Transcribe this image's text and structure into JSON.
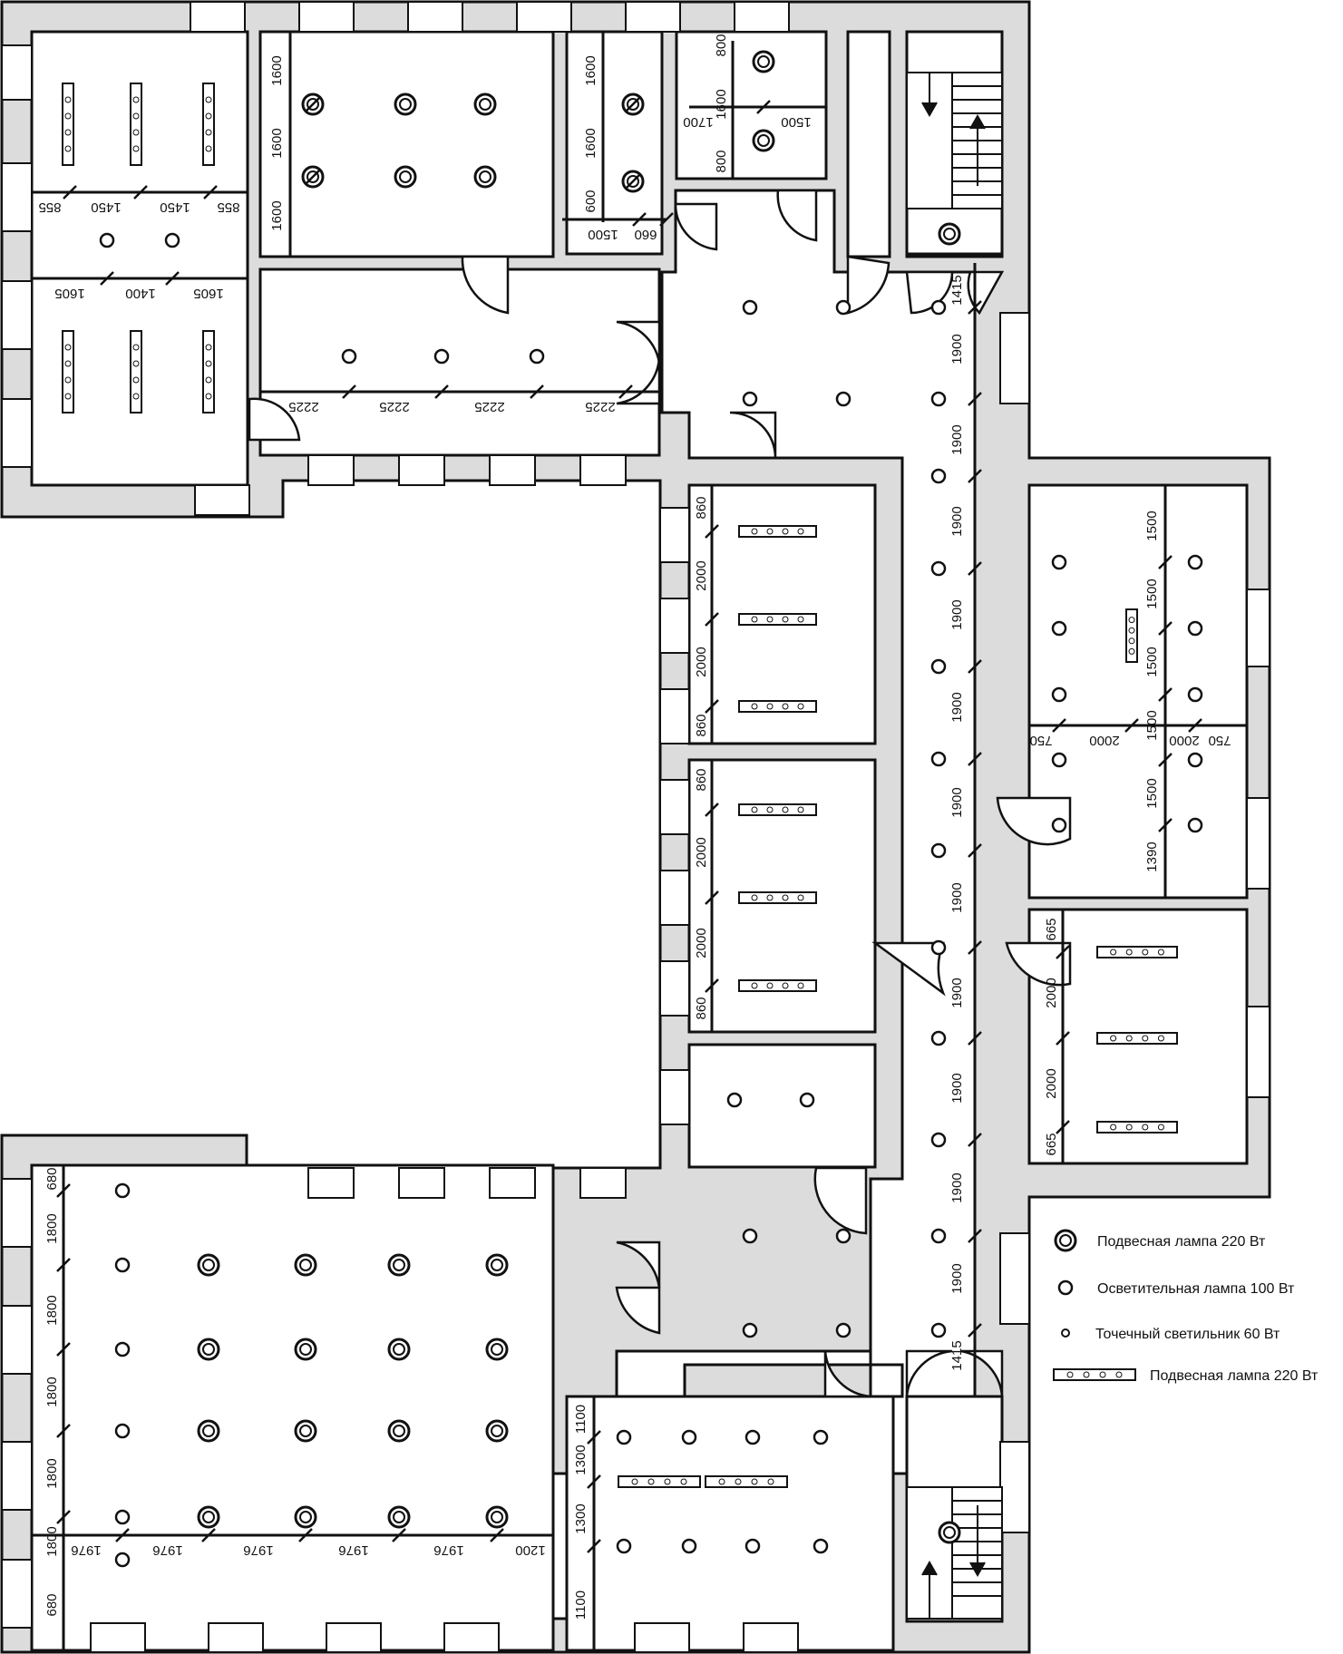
{
  "legend": [
    {
      "symbol": "pendant-lamp-round",
      "label": "Подвесная лампа 220 Вт"
    },
    {
      "symbol": "lighting-lamp",
      "label": "Осветительная лампа 100 Вт"
    },
    {
      "symbol": "spot-light",
      "label": "Точечный светильник 60 Вт"
    },
    {
      "symbol": "pendant-lamp-bar",
      "label": "Подвесная лампа 220 Вт"
    }
  ],
  "dimensions": {
    "nw_top": [
      "855",
      "1450",
      "1450",
      "855"
    ],
    "nw_mid": [
      "1605",
      "1400",
      "1605"
    ],
    "n_room2": [
      "1600",
      "1600",
      "1600"
    ],
    "n_room3_v": [
      "1600",
      "1600",
      "600"
    ],
    "n_room3_h": [
      "1500",
      "660"
    ],
    "n_room4_v": [
      "800",
      "1600",
      "800"
    ],
    "n_room4_h": [
      "1700",
      "1500"
    ],
    "corr_n": [
      "2225",
      "2225",
      "2225",
      "2225"
    ],
    "corridor_e": [
      "1415",
      "1900",
      "1900",
      "1900",
      "1900",
      "1900",
      "1900",
      "1900",
      "1900",
      "1900",
      "1900",
      "1900",
      "1415"
    ],
    "rooms_mid1": [
      "860",
      "2000",
      "2000",
      "860"
    ],
    "rooms_mid2": [
      "860",
      "2000",
      "2000",
      "860"
    ],
    "east_v": [
      "1500",
      "1500",
      "1500",
      "1500",
      "1500",
      "1390"
    ],
    "east_h": [
      "750",
      "2000",
      "2000",
      "750"
    ],
    "east2": [
      "665",
      "2000",
      "2000",
      "665"
    ],
    "sw_v": [
      "680",
      "1800",
      "1800",
      "1800",
      "1800",
      "1800",
      "680"
    ],
    "sw_h": [
      "1976",
      "1976",
      "1976",
      "1976",
      "1976",
      "1200"
    ],
    "s_room": [
      "1100",
      "1300",
      "1300",
      "1100"
    ]
  }
}
